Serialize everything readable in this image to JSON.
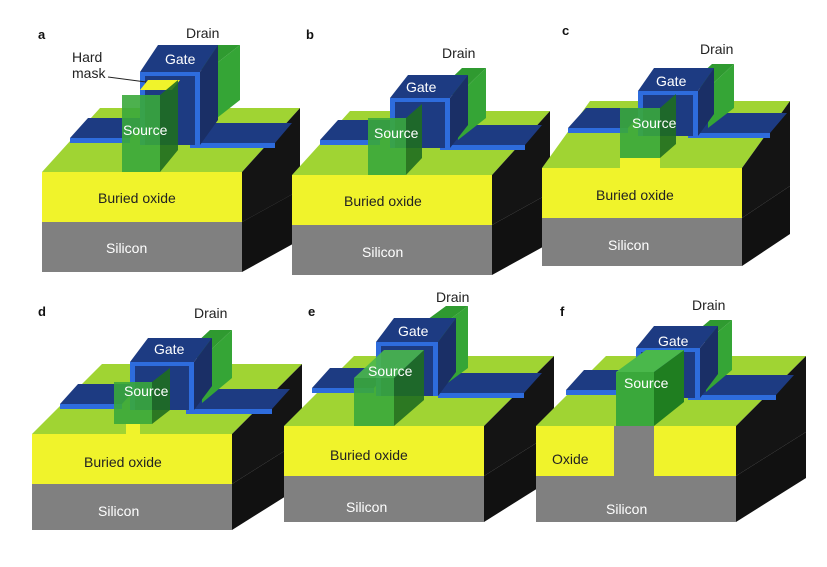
{
  "colors": {
    "silicon_front": "#808080",
    "silicon_side": "#101010",
    "oxide_front": "#f0f32b",
    "oxide_top": "#9fd233",
    "oxide_side": "#111411",
    "gate_dark": "#1d3b82",
    "gate_light": "#2e6cdd",
    "source_green": "#3aa83b",
    "source_dark": "#1f6e20",
    "drain_green": "#35a536",
    "hardmask": "#f0f32b"
  },
  "panels": [
    {
      "letter": "a",
      "gate": "Gate",
      "drain": "Drain",
      "source": "Source",
      "oxide": "Buried oxide",
      "substrate": "Silicon",
      "hardmask_label": "Hard\nmask"
    },
    {
      "letter": "b",
      "gate": "Gate",
      "drain": "Drain",
      "source": "Source",
      "oxide": "Buried oxide",
      "substrate": "Silicon"
    },
    {
      "letter": "c",
      "gate": "Gate",
      "drain": "Drain",
      "source": "Source",
      "oxide": "Buried oxide",
      "substrate": "Silicon"
    },
    {
      "letter": "d",
      "gate": "Gate",
      "drain": "Drain",
      "source": "Source",
      "oxide": "Buried oxide",
      "substrate": "Silicon"
    },
    {
      "letter": "e",
      "gate": "Gate",
      "drain": "Drain",
      "source": "Source",
      "oxide": "Buried oxide",
      "substrate": "Silicon"
    },
    {
      "letter": "f",
      "gate": "Gate",
      "drain": "Drain",
      "source": "Source",
      "oxide": "Oxide",
      "substrate": "Silicon"
    }
  ]
}
